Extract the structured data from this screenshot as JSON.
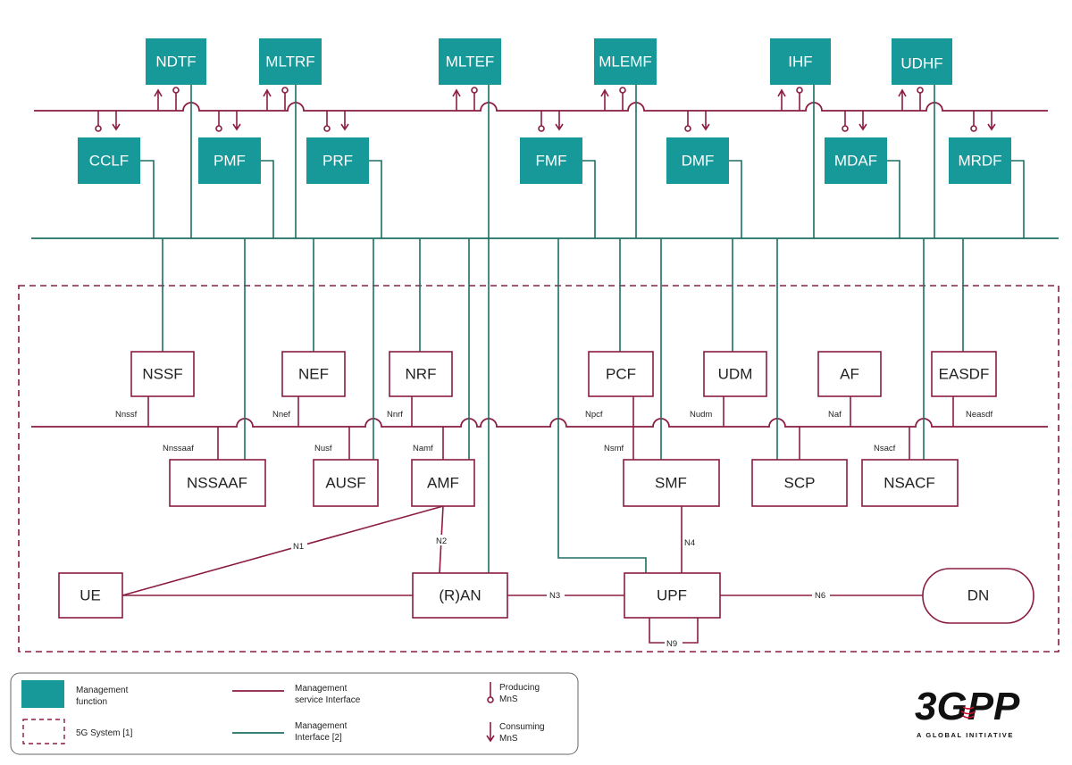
{
  "colors": {
    "management_function": "#17999a",
    "management_service_interface": "#8b1d3f",
    "management_interface": "#1e6f63",
    "nf_border": "#8b1d3f",
    "text": "#222222"
  },
  "management_functions_top": [
    {
      "id": "ndtf",
      "label": "NDTF"
    },
    {
      "id": "mltrf",
      "label": "MLTRF"
    },
    {
      "id": "mltef",
      "label": "MLTEF"
    },
    {
      "id": "mlemf",
      "label": "MLEMF"
    },
    {
      "id": "ihf",
      "label": "IHF"
    },
    {
      "id": "udhf",
      "label": "UDHF"
    }
  ],
  "management_functions_bottom": [
    {
      "id": "cclf",
      "label": "CCLF"
    },
    {
      "id": "pmf",
      "label": "PMF"
    },
    {
      "id": "prf",
      "label": "PRF"
    },
    {
      "id": "fmf",
      "label": "FMF"
    },
    {
      "id": "dmf",
      "label": "DMF"
    },
    {
      "id": "mdaf",
      "label": "MDAF"
    },
    {
      "id": "mrdf",
      "label": "MRDF"
    }
  ],
  "network_functions_upper": [
    {
      "id": "nssf",
      "label": "NSSF",
      "interface": "Nnssf"
    },
    {
      "id": "nef",
      "label": "NEF",
      "interface": "Nnef"
    },
    {
      "id": "nrf",
      "label": "NRF",
      "interface": "Nnrf"
    },
    {
      "id": "pcf",
      "label": "PCF",
      "interface": "Npcf"
    },
    {
      "id": "udm",
      "label": "UDM",
      "interface": "Nudm"
    },
    {
      "id": "af",
      "label": "AF",
      "interface": "Naf"
    },
    {
      "id": "easdf",
      "label": "EASDF",
      "interface": "Neasdf"
    }
  ],
  "network_functions_lower": [
    {
      "id": "nssaaf",
      "label": "NSSAAF",
      "interface": "Nnssaaf"
    },
    {
      "id": "ausf",
      "label": "AUSF",
      "interface": "Nusf"
    },
    {
      "id": "amf",
      "label": "AMF",
      "interface": "Namf"
    },
    {
      "id": "smf",
      "label": "SMF",
      "interface": "Nsmf"
    },
    {
      "id": "scp",
      "label": "SCP",
      "interface": ""
    },
    {
      "id": "nsacf",
      "label": "NSACF",
      "interface": "Nsacf"
    }
  ],
  "user_plane": [
    {
      "id": "ue",
      "label": "UE"
    },
    {
      "id": "ran",
      "label": "(R)AN"
    },
    {
      "id": "upf",
      "label": "UPF"
    },
    {
      "id": "dn",
      "label": "DN"
    }
  ],
  "reference_points": {
    "n1": "N1",
    "n2": "N2",
    "n3": "N3",
    "n4": "N4",
    "n6": "N6",
    "n9": "N9"
  },
  "legend": {
    "management_function_line1": "Management",
    "management_function_line2": "function",
    "system_label": "5G System [1]",
    "msi_line1": "Management",
    "msi_line2": "service Interface",
    "mi_line1": "Management",
    "mi_line2": "Interface  [2]",
    "producing_line1": "Producing",
    "producing_line2": "MnS",
    "consuming_line1": "Consuming",
    "consuming_line2": "MnS"
  },
  "logo": {
    "main": "3GPP",
    "tagline": "A GLOBAL INITIATIVE"
  }
}
